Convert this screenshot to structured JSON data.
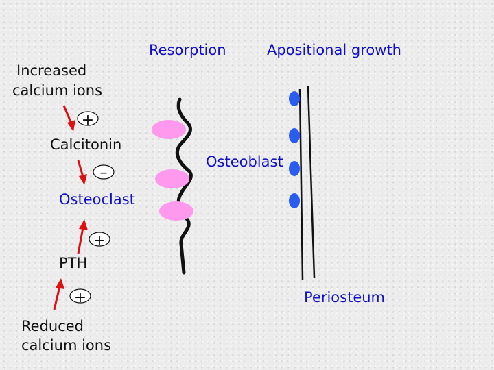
{
  "labels": {
    "resorption": "Resorption",
    "appositional_growth": "Apositional growth",
    "increased_calcium": [
      "Increased",
      "calcium ions"
    ],
    "calcitonin": "Calcitonin",
    "osteoblast": "Osteoblast",
    "osteoclast": "Osteoclast",
    "pth": "PTH",
    "periosteum": "Periosteum",
    "reduced_calcium": [
      "Reduced",
      "calcium ions"
    ]
  },
  "signs": {
    "plus": "+",
    "minus": "–"
  },
  "colors": {
    "label_blue": "#1010cc",
    "arrow_red": "#dd1111",
    "osteoclast_pink": "#ff99ee",
    "osteoblast_blue": "#2a5cf0",
    "line_black": "#111111"
  }
}
